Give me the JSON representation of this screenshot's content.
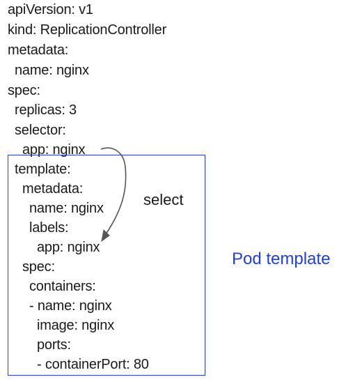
{
  "yaml_lines": [
    "apiVersion: v1",
    "kind: ReplicationController",
    "metadata:",
    "name: nginx",
    "spec:",
    "replicas: 3",
    "selector:",
    "app: nginx",
    "template:",
    "metadata:",
    "name: nginx",
    "labels:",
    "app: nginx",
    "spec:",
    "containers:",
    "- name: nginx",
    "image: nginx",
    "ports:",
    "- containerPort: 80"
  ],
  "annotations": {
    "select_label": "select",
    "pod_template_label": "Pod template"
  },
  "colors": {
    "box_border": "#2a3fd6",
    "pod_template_text": "#1f3fe0",
    "arrow": "#555555"
  }
}
